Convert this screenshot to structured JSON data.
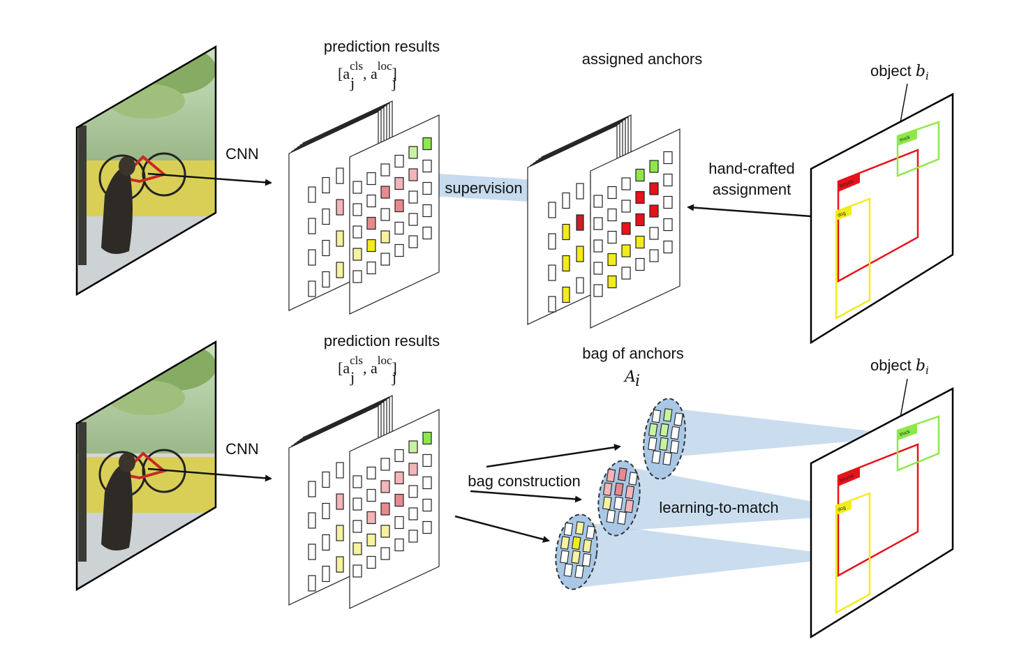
{
  "top": {
    "cnn_label": "CNN",
    "prediction_title": "prediction results",
    "prediction_formula": {
      "open": "[a",
      "cls": "cls",
      "sep": ",  a",
      "loc": "loc",
      "close": "]",
      "sub": "j"
    },
    "assigned_title": "assigned anchors",
    "supervision_label": "supervision",
    "handcrafted_line1": "hand-crafted",
    "handcrafted_line2": "assignment",
    "object_label": "object",
    "object_symbol": "b",
    "object_sub": "i",
    "tags": {
      "bicycle": "bicycle",
      "truck": "truck",
      "dog": "dog"
    }
  },
  "bottom": {
    "cnn_label": "CNN",
    "prediction_title": "prediction results",
    "prediction_formula": {
      "open": "[a",
      "cls": "cls",
      "sep": ",  a",
      "loc": "loc",
      "close": "]",
      "sub": "j"
    },
    "bag_title": "bag of anchors",
    "bag_symbol": "A",
    "bag_sub": "i",
    "bag_construction_label": "bag construction",
    "learning_label": "learning-to-match",
    "object_label": "object",
    "object_symbol": "b",
    "object_sub": "i",
    "tags": {
      "bicycle": "bicycle",
      "truck": "truck",
      "dog": "dog"
    }
  },
  "colors": {
    "red": "#e8121a",
    "yellow": "#f2ec1c",
    "green": "#8ee84a",
    "light_red": "#f2b5b8",
    "mid_red": "#e68a90",
    "light_yellow": "#f6f2a0",
    "light_green": "#c8f2a0",
    "beam": "#b8d2ea",
    "bag_fill": "#a9c8e6"
  }
}
